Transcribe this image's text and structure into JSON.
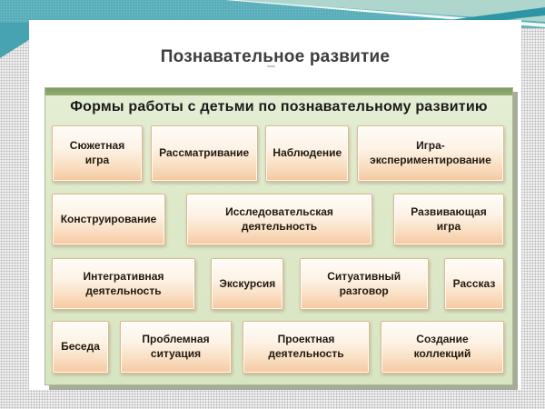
{
  "slide": {
    "title": "Познавательное развитие",
    "panel": {
      "header": "Формы работы с детьми по познавательному развитию",
      "rows": [
        {
          "cards": [
            {
              "label": "Сюжетная\nигра"
            },
            {
              "label": "Рассматривание"
            },
            {
              "label": "Наблюдение"
            },
            {
              "label": "Игра-\nэкспериментирование"
            }
          ]
        },
        {
          "cards": [
            {
              "label": "Конструирование"
            },
            {
              "label": "Исследовательская\nдеятельность"
            },
            {
              "label": "Развивающая\nигра"
            }
          ]
        },
        {
          "cards": [
            {
              "label": "Интегративная\nдеятельность"
            },
            {
              "label": "Экскурсия"
            },
            {
              "label": "Ситуативный\nразговор"
            },
            {
              "label": "Рассказ"
            }
          ]
        },
        {
          "cards": [
            {
              "label": "Беседа"
            },
            {
              "label": "Проблемная\nситуация"
            },
            {
              "label": "Проектная\nдеятельность"
            },
            {
              "label": "Создание\nколлекций"
            }
          ]
        }
      ]
    }
  },
  "colors": {
    "accent_teal": "#58aeba",
    "teal_dark_streak": "#2d96a6",
    "teal_mint_streak": "#aed6cc",
    "panel_body_green": "#dde8c8",
    "panel_top_strip_green": "#87a264",
    "card_gradient_top": "#fefcf9",
    "card_gradient_bottom": "#f4c9a1",
    "card_border": "#dbb98f",
    "card_text": "#211a12",
    "header_text": "#1b1b1b",
    "title_text": "#3d3d3d"
  }
}
